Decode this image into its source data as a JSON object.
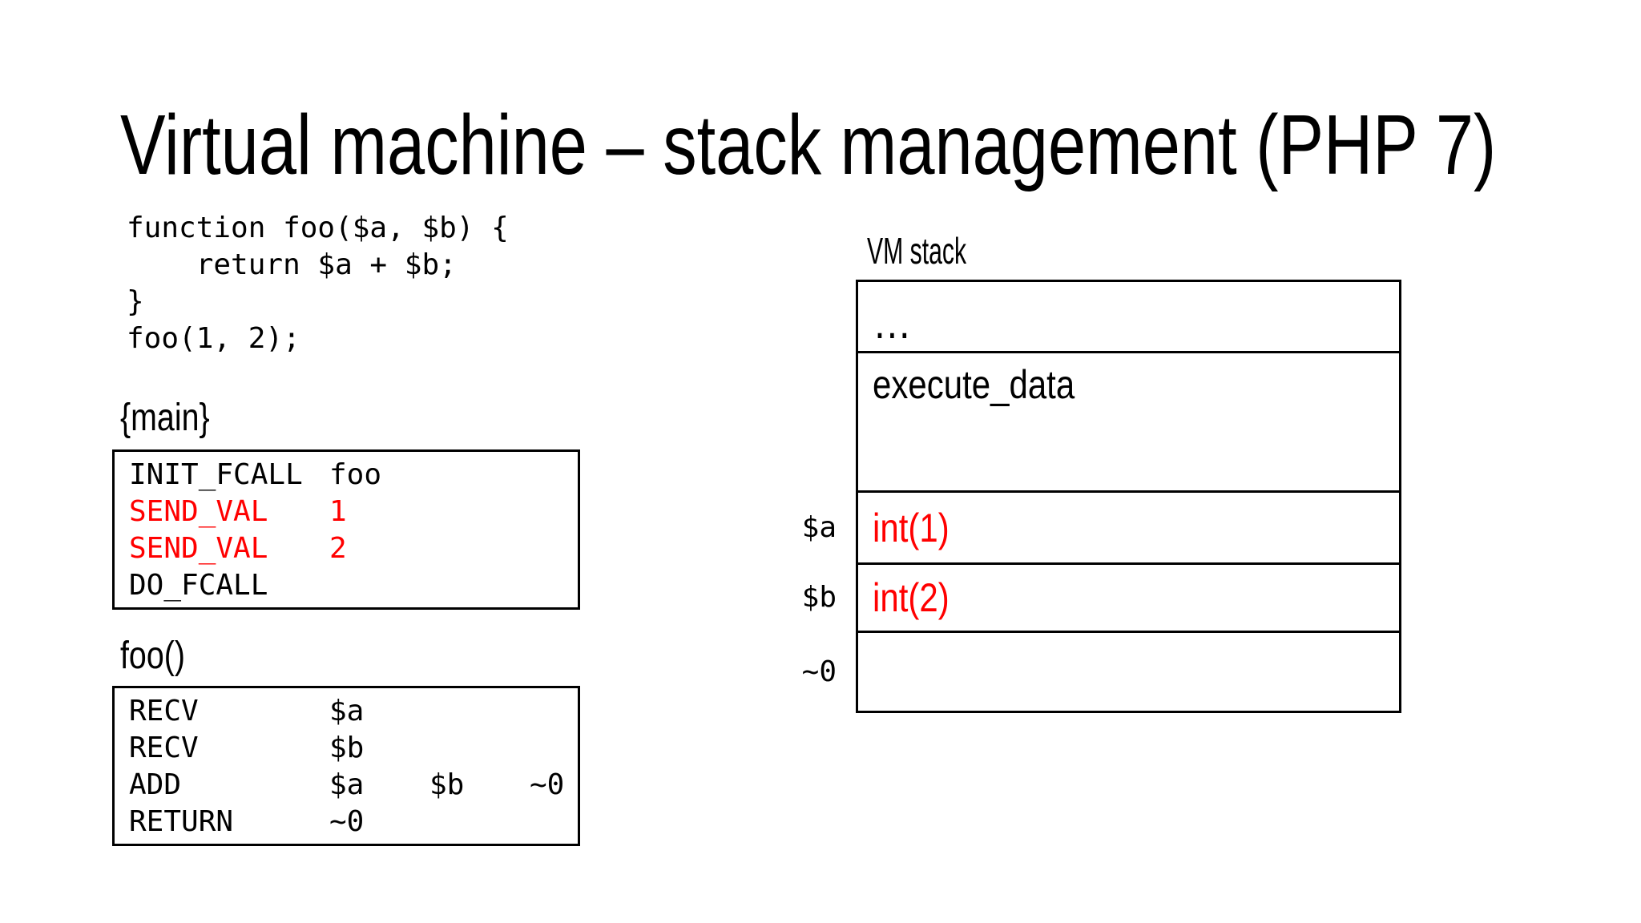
{
  "slide": {
    "title": "Virtual machine – stack management (PHP 7)",
    "colors": {
      "text": "#000000",
      "highlight_red": "#ff0000",
      "background": "#ffffff",
      "box_border": "#000000"
    },
    "code_sample": {
      "lines": [
        "function foo($a, $b) {",
        "    return $a + $b;",
        "}",
        "foo(1, 2);"
      ]
    },
    "opcode_blocks": [
      {
        "label": "{main}",
        "rows": [
          {
            "op": "INIT_FCALL",
            "operands": [
              "foo"
            ],
            "highlight": false
          },
          {
            "op": "SEND_VAL",
            "operands": [
              "1"
            ],
            "highlight": true
          },
          {
            "op": "SEND_VAL",
            "operands": [
              "2"
            ],
            "highlight": true
          },
          {
            "op": "DO_FCALL",
            "operands": [],
            "highlight": false
          }
        ]
      },
      {
        "label": "foo()",
        "rows": [
          {
            "op": "RECV",
            "operands": [
              "$a"
            ],
            "highlight": false
          },
          {
            "op": "RECV",
            "operands": [
              "$b"
            ],
            "highlight": false
          },
          {
            "op": "ADD",
            "operands": [
              "$a",
              "$b",
              "~0"
            ],
            "highlight": false
          },
          {
            "op": "RETURN",
            "operands": [
              "~0"
            ],
            "highlight": false
          }
        ]
      }
    ],
    "vm_stack": {
      "label": "VM stack",
      "cells": [
        {
          "text": "…",
          "color": "black",
          "side_label": ""
        },
        {
          "text": "execute_data",
          "color": "black",
          "side_label": ""
        },
        {
          "text": "int(1)",
          "color": "red",
          "side_label": "$a"
        },
        {
          "text": "int(2)",
          "color": "red",
          "side_label": "$b"
        },
        {
          "text": "",
          "color": "black",
          "side_label": "~0"
        }
      ]
    }
  }
}
